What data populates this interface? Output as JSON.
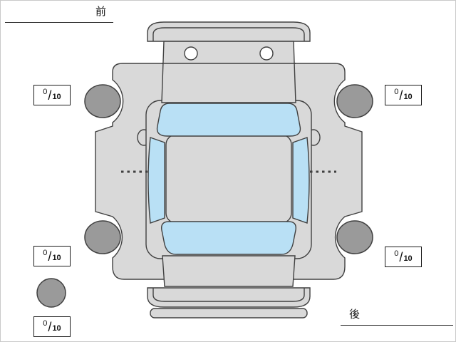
{
  "labels": {
    "front": "前",
    "rear": "後"
  },
  "scores": [
    {
      "id": "front-left",
      "value": "0",
      "slash": "/",
      "max": "10"
    },
    {
      "id": "front-right",
      "value": "0",
      "slash": "/",
      "max": "10"
    },
    {
      "id": "rear-left",
      "value": "0",
      "slash": "/",
      "max": "10"
    },
    {
      "id": "rear-right",
      "value": "0",
      "slash": "/",
      "max": "10"
    },
    {
      "id": "spare",
      "value": "0",
      "slash": "/",
      "max": "10"
    }
  ],
  "colors": {
    "body": "#d9d9d9",
    "glass": "#b9e0f5",
    "tire": "#9a9a9a",
    "outline": "#404040"
  }
}
